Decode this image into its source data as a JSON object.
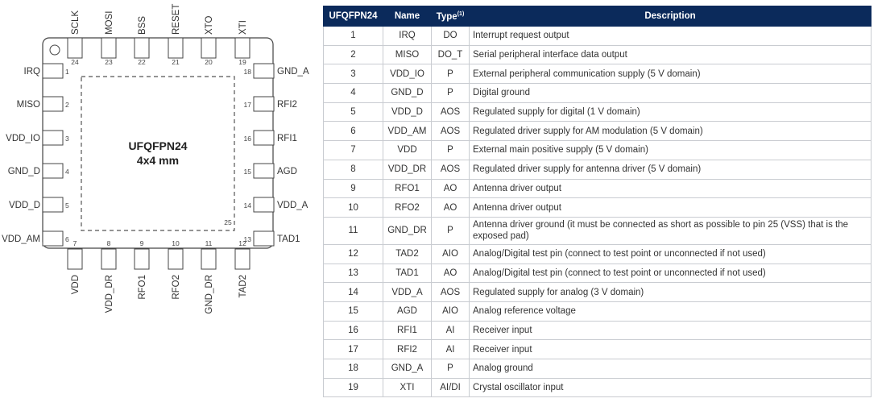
{
  "package": {
    "name": "UFQFPN24",
    "size": "4x4 mm",
    "exposed_pad_number": "25"
  },
  "pins_left": [
    {
      "num": "1",
      "name": "IRQ"
    },
    {
      "num": "2",
      "name": "MISO"
    },
    {
      "num": "3",
      "name": "VDD_IO"
    },
    {
      "num": "4",
      "name": "GND_D"
    },
    {
      "num": "5",
      "name": "VDD_D"
    },
    {
      "num": "6",
      "name": "VDD_AM"
    }
  ],
  "pins_bottom": [
    {
      "num": "7",
      "name": "VDD"
    },
    {
      "num": "8",
      "name": "VDD_DR"
    },
    {
      "num": "9",
      "name": "RFO1"
    },
    {
      "num": "10",
      "name": "RFO2"
    },
    {
      "num": "11",
      "name": "GND_DR"
    },
    {
      "num": "12",
      "name": "TAD2"
    }
  ],
  "pins_right": [
    {
      "num": "18",
      "name": "GND_A"
    },
    {
      "num": "17",
      "name": "RFI2"
    },
    {
      "num": "16",
      "name": "RFI1"
    },
    {
      "num": "15",
      "name": "AGD"
    },
    {
      "num": "14",
      "name": "VDD_A"
    },
    {
      "num": "13",
      "name": "TAD1"
    }
  ],
  "pins_top": [
    {
      "num": "24",
      "name": "SCLK"
    },
    {
      "num": "23",
      "name": "MOSI"
    },
    {
      "num": "22",
      "name": "BSS"
    },
    {
      "num": "21",
      "name": "RESET"
    },
    {
      "num": "20",
      "name": "XTO"
    },
    {
      "num": "19",
      "name": "XTI"
    }
  ],
  "table": {
    "headers": {
      "pkg": "UFQFPN24",
      "name": "Name",
      "type": "Type",
      "type_note": "(1)",
      "desc": "Description"
    },
    "rows": [
      {
        "pin": "1",
        "name": "IRQ",
        "type": "DO",
        "desc": "Interrupt request output"
      },
      {
        "pin": "2",
        "name": "MISO",
        "type": "DO_T",
        "desc": "Serial peripheral interface data output"
      },
      {
        "pin": "3",
        "name": "VDD_IO",
        "type": "P",
        "desc": "External peripheral communication supply (5 V domain)"
      },
      {
        "pin": "4",
        "name": "GND_D",
        "type": "P",
        "desc": "Digital ground"
      },
      {
        "pin": "5",
        "name": "VDD_D",
        "type": "AOS",
        "desc": "Regulated supply for digital (1 V domain)"
      },
      {
        "pin": "6",
        "name": "VDD_AM",
        "type": "AOS",
        "desc": "Regulated driver supply for AM modulation (5 V domain)"
      },
      {
        "pin": "7",
        "name": "VDD",
        "type": "P",
        "desc": "External main positive supply (5 V domain)"
      },
      {
        "pin": "8",
        "name": "VDD_DR",
        "type": "AOS",
        "desc": "Regulated driver supply for antenna driver (5 V domain)"
      },
      {
        "pin": "9",
        "name": "RFO1",
        "type": "AO",
        "desc": "Antenna driver output"
      },
      {
        "pin": "10",
        "name": "RFO2",
        "type": "AO",
        "desc": "Antenna driver output"
      },
      {
        "pin": "11",
        "name": "GND_DR",
        "type": "P",
        "desc": "Antenna driver ground (it must be connected as short as possible to pin 25 (VSS) that is the exposed pad)"
      },
      {
        "pin": "12",
        "name": "TAD2",
        "type": "AIO",
        "desc": "Analog/Digital test pin (connect to test point or unconnected if not used)"
      },
      {
        "pin": "13",
        "name": "TAD1",
        "type": "AO",
        "desc": "Analog/Digital test pin (connect to test point or unconnected if not used)"
      },
      {
        "pin": "14",
        "name": "VDD_A",
        "type": "AOS",
        "desc": "Regulated supply for analog (3 V domain)"
      },
      {
        "pin": "15",
        "name": "AGD",
        "type": "AIO",
        "desc": "Analog reference voltage"
      },
      {
        "pin": "16",
        "name": "RFI1",
        "type": "AI",
        "desc": "Receiver input"
      },
      {
        "pin": "17",
        "name": "RFI2",
        "type": "AI",
        "desc": "Receiver input"
      },
      {
        "pin": "18",
        "name": "GND_A",
        "type": "P",
        "desc": "Analog ground"
      },
      {
        "pin": "19",
        "name": "XTI",
        "type": "AI/DI",
        "desc": "Crystal oscillator input"
      }
    ]
  },
  "colors": {
    "header_bg": "#0b2a5b",
    "grid": "#c9ccd1"
  }
}
